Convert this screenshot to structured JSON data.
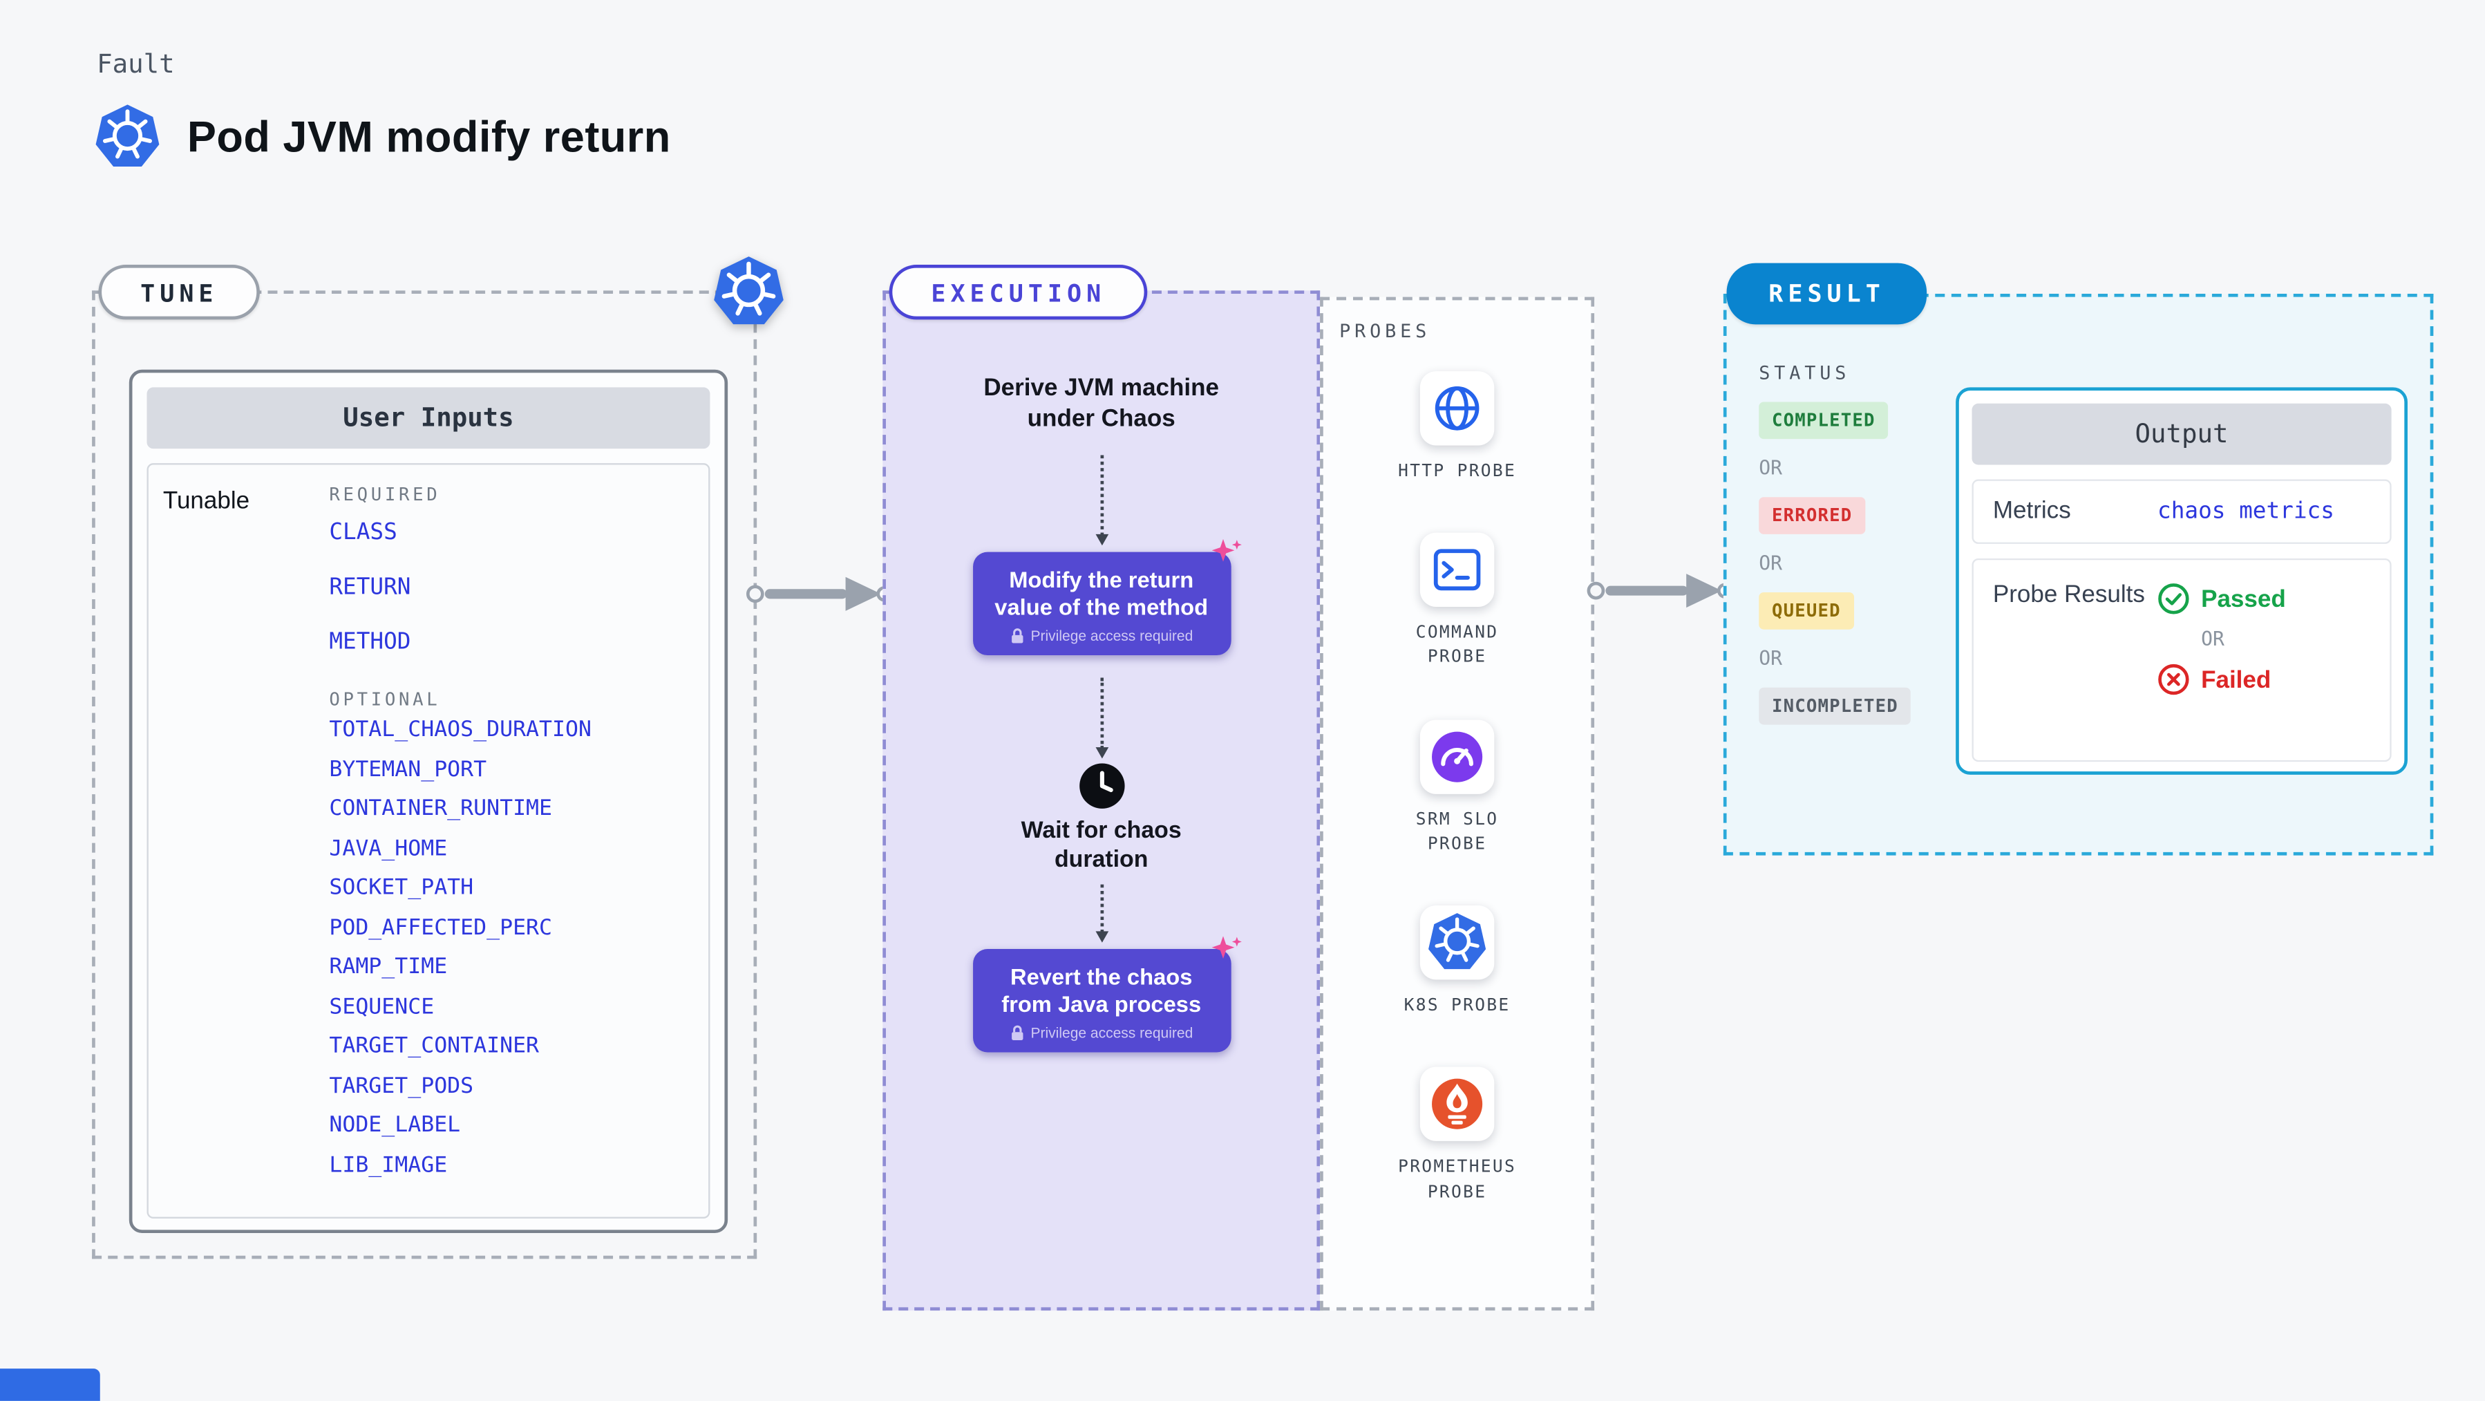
{
  "page": {
    "kicker": "Fault",
    "title": "Pod JVM modify return"
  },
  "tune": {
    "label": "TUNE",
    "card_title": "User Inputs",
    "tunable_label": "Tunable",
    "required_label": "REQUIRED",
    "required_items": [
      "CLASS",
      "RETURN",
      "METHOD"
    ],
    "optional_label": "OPTIONAL",
    "optional_items": [
      "TOTAL_CHAOS_DURATION",
      "BYTEMAN_PORT",
      "CONTAINER_RUNTIME",
      "JAVA_HOME",
      "SOCKET_PATH",
      "POD_AFFECTED_PERC",
      "RAMP_TIME",
      "SEQUENCE",
      "TARGET_CONTAINER",
      "TARGET_PODS",
      "NODE_LABEL",
      "LIB_IMAGE"
    ]
  },
  "execution": {
    "label": "EXECUTION",
    "derive_step": "Derive JVM machine under Chaos",
    "modify_step": "Modify the return value of the method",
    "privilege_note": "Privilege access required",
    "wait_step": "Wait for chaos duration",
    "revert_step": "Revert the chaos from Java process"
  },
  "probes": {
    "label": "PROBES",
    "items": [
      {
        "name": "HTTP PROBE",
        "icon": "globe-icon"
      },
      {
        "name": "COMMAND PROBE",
        "icon": "terminal-icon"
      },
      {
        "name": "SRM SLO PROBE",
        "icon": "gauge-icon"
      },
      {
        "name": "K8S PROBE",
        "icon": "kubernetes-icon"
      },
      {
        "name": "PROMETHEUS PROBE",
        "icon": "prometheus-icon"
      }
    ]
  },
  "result": {
    "label": "RESULT",
    "status_label": "STATUS",
    "or_label": "OR",
    "statuses": [
      {
        "text": "COMPLETED",
        "type": "success"
      },
      {
        "text": "ERRORED",
        "type": "error"
      },
      {
        "text": "QUEUED",
        "type": "warning"
      },
      {
        "text": "INCOMPLETED",
        "type": "neutral"
      }
    ],
    "output": {
      "title": "Output",
      "metrics_label": "Metrics",
      "metrics_value": "chaos metrics",
      "probe_results_label": "Probe Results",
      "passed_label": "Passed",
      "failed_label": "Failed"
    }
  },
  "colors": {
    "accent_indigo": "#5449d2",
    "accent_blue": "#0a84cf",
    "mono_blue": "#2c36dd",
    "success_green": "#16a34a",
    "error_red": "#dc2626",
    "k8s_blue": "#326ce5",
    "prometheus_orange": "#e6522c",
    "result_border": "#2ba9da"
  }
}
